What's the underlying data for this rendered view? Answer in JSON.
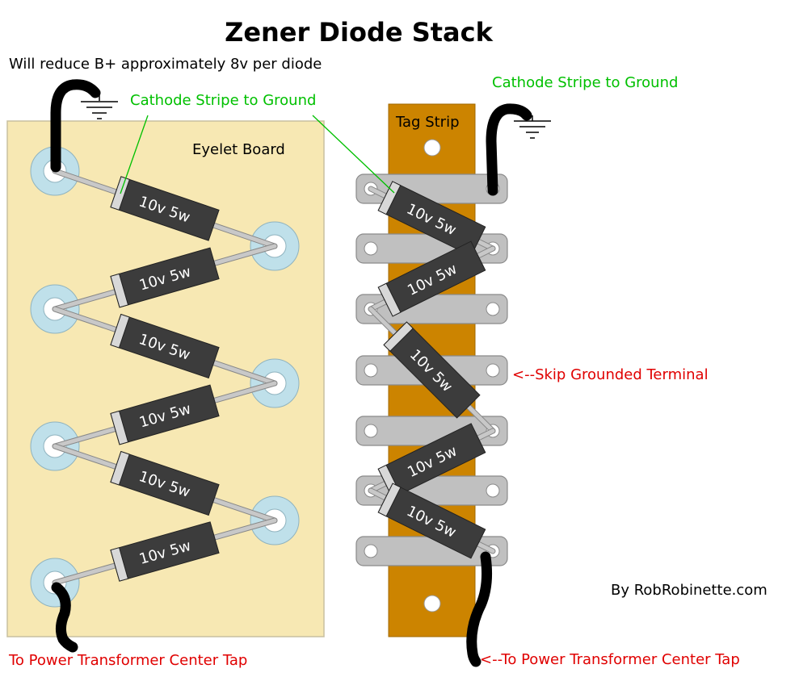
{
  "title": "Zener Diode Stack",
  "subtitle": "Will reduce B+ approximately 8v per diode",
  "colors": {
    "green_label": "#00c000",
    "red_label": "#e00000",
    "eyelet_board": "#f7e8b3",
    "tag_strip": "#cc8400",
    "eyelet_ring": "#bfe0ea",
    "tag_lug": "#c0c0c0",
    "diode_body": "#3c3c3c",
    "diode_stripe": "#d8d8d8",
    "wire": "#000000"
  },
  "eyelet_board": {
    "label": "Eyelet Board",
    "cathode_note": "Cathode Stripe to Ground",
    "bottom_note": "To Power Transformer Center Tap",
    "diodes": [
      {
        "label": "10v 5w"
      },
      {
        "label": "10v 5w"
      },
      {
        "label": "10v 5w"
      },
      {
        "label": "10v 5w"
      },
      {
        "label": "10v 5w"
      },
      {
        "label": "10v 5w"
      }
    ]
  },
  "tag_strip": {
    "label": "Tag Strip",
    "cathode_note": "Cathode Stripe to Ground",
    "skip_note": "<--Skip Grounded Terminal",
    "bottom_note": "<--To Power Transformer Center Tap",
    "diodes": [
      {
        "label": "10v 5w"
      },
      {
        "label": "10v 5w"
      },
      {
        "label": "10v 5w"
      },
      {
        "label": "10v 5w"
      },
      {
        "label": "10v 5w"
      }
    ]
  },
  "credit": "By RobRobinette.com"
}
